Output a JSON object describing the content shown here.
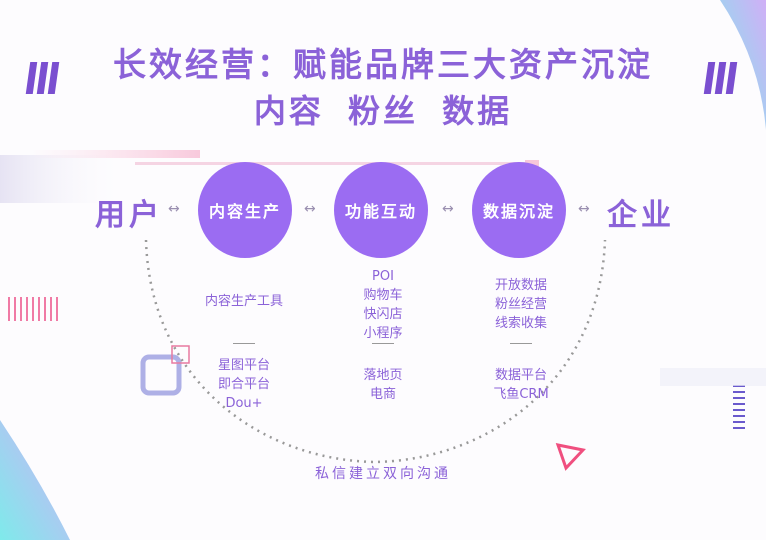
{
  "title": {
    "line1": "长效经营：赋能品牌三大资产沉淀",
    "line2": "内容 粉丝 数据"
  },
  "ends": {
    "left": "用户",
    "right": "企业"
  },
  "arrow": "↔",
  "stages": [
    {
      "label": "内容生产",
      "items": [
        "内容生产工具"
      ],
      "tools": [
        "星图平台",
        "即合平台",
        "Dou+"
      ]
    },
    {
      "label": "功能互动",
      "items": [
        "POI",
        "购物车",
        "快闪店",
        "小程序"
      ],
      "tools": [
        "落地页",
        "电商"
      ]
    },
    {
      "label": "数据沉淀",
      "items": [
        "开放数据",
        "粉丝经营",
        "线索收集"
      ],
      "tools": [
        "数据平台",
        "飞鱼CRM"
      ]
    }
  ],
  "bottom": "私信建立双向沟通",
  "colors": {
    "accent": "#9b6cf2",
    "text": "#8b62d8"
  }
}
